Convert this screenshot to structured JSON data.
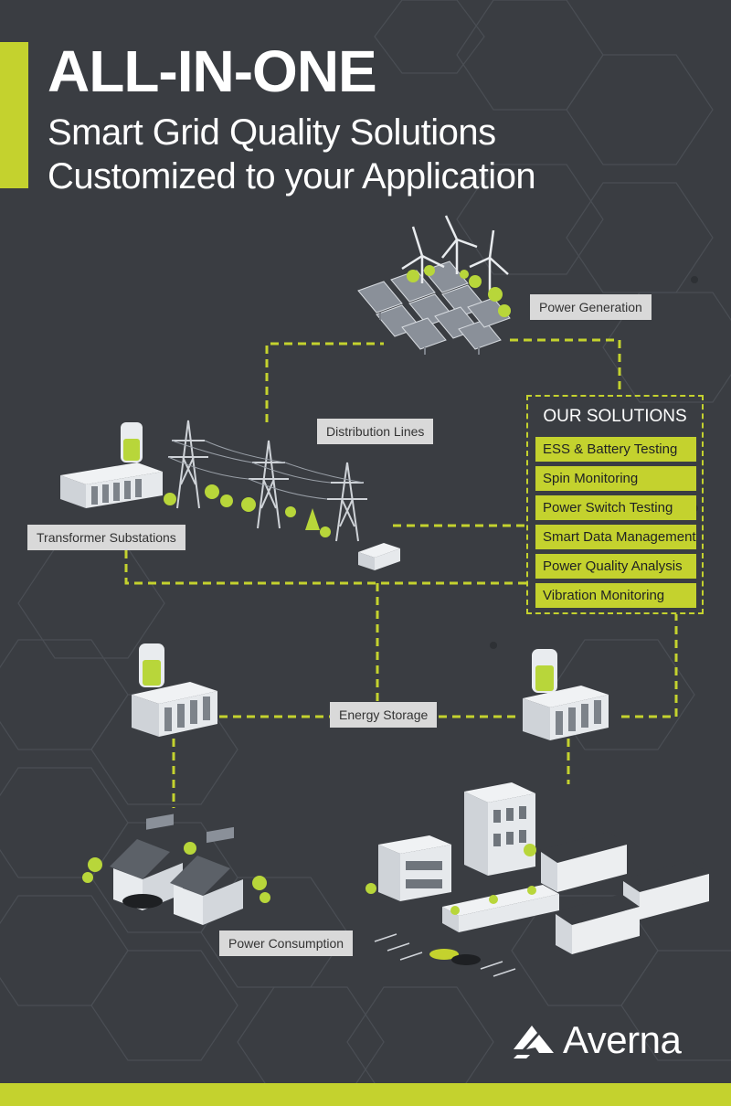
{
  "header": {
    "headline": "ALL-IN-ONE",
    "subline_1": "Smart Grid Quality Solutions",
    "subline_2": "Customized to your Application"
  },
  "labels": {
    "power_generation": "Power Generation",
    "distribution_lines": "Distribution Lines",
    "transformer_substations": "Transformer Substations",
    "energy_storage": "Energy Storage",
    "power_consumption": "Power Consumption"
  },
  "solutions": {
    "title": "OUR SOLUTIONS",
    "items": [
      "ESS & Battery Testing",
      "Spin Monitoring",
      "Power Switch Testing",
      "Smart Data Management",
      "Power Quality Analysis",
      "Vibration Monitoring"
    ]
  },
  "brand": {
    "name": "Averna",
    "logo_icon": "averna-a-mark-icon"
  },
  "colors": {
    "background": "#3a3d42",
    "accent": "#c4d22e",
    "label_bg": "#d9d9d9",
    "text": "#ffffff"
  }
}
